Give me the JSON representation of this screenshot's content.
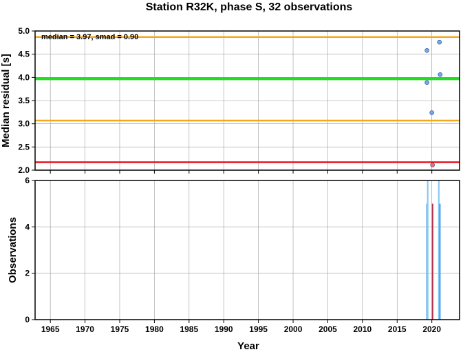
{
  "chart_data": {
    "type": "scatter",
    "title": "Station R32K, phase S, 32 observations",
    "xlabel": "Year",
    "x_ticks": [
      "1965",
      "1970",
      "1975",
      "1980",
      "1985",
      "1990",
      "1995",
      "2000",
      "2005",
      "2010",
      "2015",
      "2020"
    ],
    "xlim": [
      1962.8,
      2024.0
    ],
    "grid": true,
    "top_panel": {
      "ylabel": "Median residual [s]",
      "ylim": [
        2.0,
        5.0
      ],
      "y_ticks": [
        "2.0",
        "2.5",
        "3.0",
        "3.5",
        "4.0",
        "4.5",
        "5.0"
      ],
      "annotation": "median = 3.97, smad = 0.90",
      "lines": [
        {
          "name": "median",
          "value": 3.97,
          "color": "#22dd22"
        },
        {
          "name": "median+smad",
          "value": 4.87,
          "color": "#f4a81c"
        },
        {
          "name": "median-smad",
          "value": 3.07,
          "color": "#f4a81c"
        },
        {
          "name": "threshold",
          "value": 2.17,
          "color": "#e8141e"
        }
      ],
      "points": [
        {
          "x": 2019.3,
          "y": 4.58,
          "color": "#6fa8f5"
        },
        {
          "x": 2021.1,
          "y": 4.76,
          "color": "#6fa8f5"
        },
        {
          "x": 2021.2,
          "y": 4.06,
          "color": "#6fa8f5"
        },
        {
          "x": 2019.3,
          "y": 3.89,
          "color": "#6fa8f5"
        },
        {
          "x": 2020.0,
          "y": 3.24,
          "color": "#6fa8f5"
        },
        {
          "x": 2020.1,
          "y": 2.11,
          "color": "#f26b6b"
        }
      ]
    },
    "bottom_panel": {
      "type": "bar",
      "ylabel": "Observations",
      "ylim": [
        0,
        6
      ],
      "y_ticks": [
        "0",
        "2",
        "4",
        "6"
      ],
      "bars": [
        {
          "x": 2019.3,
          "value": 5,
          "color": "#4aa3e8"
        },
        {
          "x": 2019.4,
          "value": 6,
          "color": "#8cc8f5"
        },
        {
          "x": 2020.1,
          "value": 5,
          "color": "#b2334c"
        },
        {
          "x": 2021.0,
          "value": 6,
          "color": "#8cc8f5"
        },
        {
          "x": 2021.15,
          "value": 5,
          "color": "#4aa3e8"
        }
      ]
    }
  }
}
